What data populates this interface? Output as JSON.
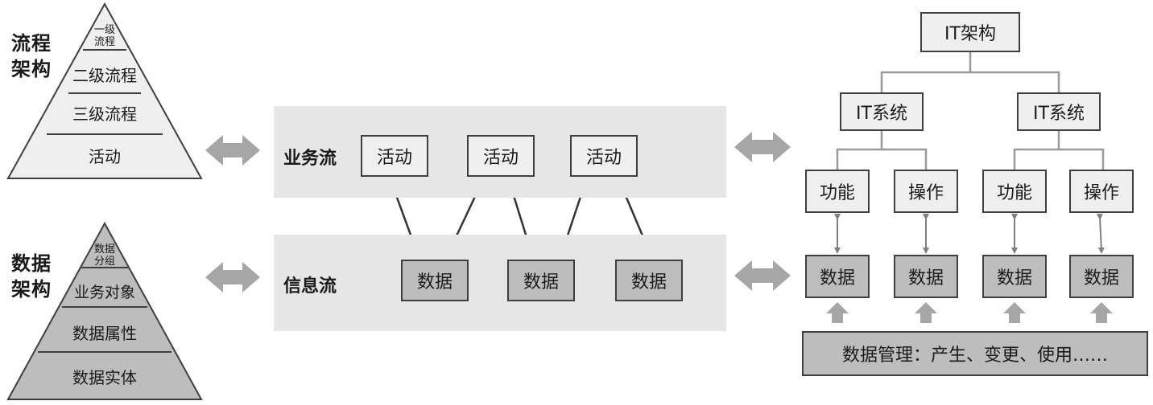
{
  "process_architecture": {
    "label": "流程\n架构",
    "levels": [
      "一级\n流程",
      "二级流程",
      "三级流程",
      "活动"
    ]
  },
  "data_architecture": {
    "label": "数据\n架构",
    "levels": [
      "数据\n分组",
      "业务对象",
      "数据属性",
      "数据实体"
    ]
  },
  "business_flow": {
    "label": "业务流",
    "activities": [
      "活动",
      "活动",
      "活动"
    ]
  },
  "information_flow": {
    "label": "信息流",
    "data": [
      "数据",
      "数据",
      "数据"
    ]
  },
  "it_architecture": {
    "root": "IT架构",
    "systems": [
      "IT系统",
      "IT系统"
    ],
    "functions": [
      "功能",
      "操作",
      "功能",
      "操作"
    ],
    "data": [
      "数据",
      "数据",
      "数据",
      "数据"
    ],
    "management": "数据管理：产生、变更、使用……"
  },
  "colors": {
    "light_fill": "#efefef",
    "dark_fill": "#bdbdbd",
    "band": "#e6e6e6",
    "connector": "#999999",
    "arrow": "#a6a6a6"
  }
}
